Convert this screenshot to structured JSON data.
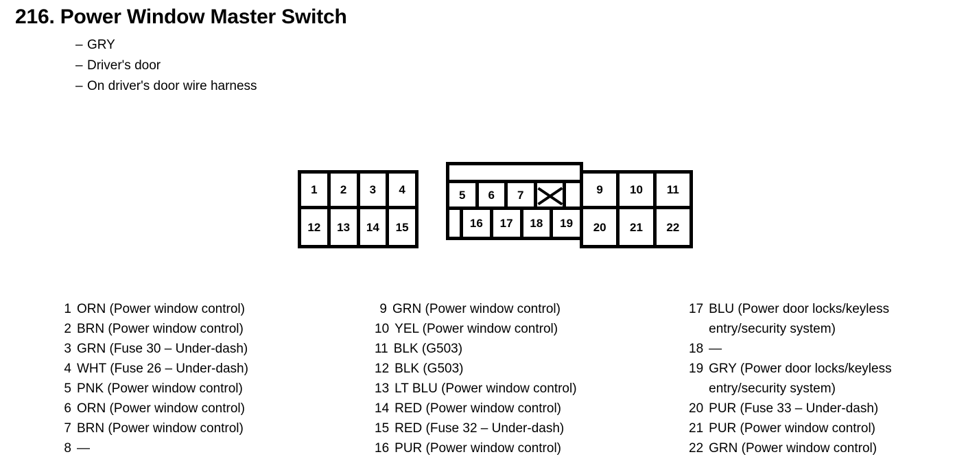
{
  "header": {
    "number": "216.",
    "title": "216.  Power Window Master Switch",
    "subtitle_items": [
      "GRY",
      "Driver's door",
      "On driver's door wire harness"
    ]
  },
  "connector": {
    "left_section": {
      "top_row": [
        "1",
        "2",
        "3",
        "4"
      ],
      "bottom_row": [
        "12",
        "13",
        "14",
        "15"
      ]
    },
    "center_section": {
      "top_row": [
        "5",
        "6",
        "7",
        "",
        ""
      ],
      "bottom_row": [
        "",
        "16",
        "17",
        "18",
        "19"
      ],
      "crossed_cell_index": 3,
      "crossed_cell_meaning": "unused-pin-8"
    },
    "right_section": {
      "top_row": [
        "9",
        "10",
        "11"
      ],
      "bottom_row": [
        "20",
        "21",
        "22"
      ]
    }
  },
  "pin_legend": {
    "column_1": [
      {
        "num": "1",
        "desc": "ORN (Power window control)"
      },
      {
        "num": "2",
        "desc": "BRN (Power window control)"
      },
      {
        "num": "3",
        "desc": "GRN (Fuse 30 – Under-dash)"
      },
      {
        "num": "4",
        "desc": "WHT (Fuse 26 – Under-dash)"
      },
      {
        "num": "5",
        "desc": "PNK (Power window control)"
      },
      {
        "num": "6",
        "desc": "ORN (Power window control)"
      },
      {
        "num": "7",
        "desc": "BRN (Power window control)"
      },
      {
        "num": "8",
        "desc": "—"
      }
    ],
    "column_2": [
      {
        "num": "9",
        "desc": "GRN (Power window control)"
      },
      {
        "num": "10",
        "desc": "YEL (Power window control)"
      },
      {
        "num": "11",
        "desc": "BLK (G503)"
      },
      {
        "num": "12",
        "desc": "BLK (G503)"
      },
      {
        "num": "13",
        "desc": "LT BLU (Power window control)"
      },
      {
        "num": "14",
        "desc": "RED (Power window control)"
      },
      {
        "num": "15",
        "desc": "RED (Fuse 32 – Under-dash)"
      },
      {
        "num": "16",
        "desc": "PUR (Power window control)"
      }
    ],
    "column_3": [
      {
        "num": "17",
        "desc": "BLU (Power door locks/keyless entry/security system)"
      },
      {
        "num": "18",
        "desc": "—"
      },
      {
        "num": "19",
        "desc": "GRY (Power door locks/keyless entry/security system)"
      },
      {
        "num": "20",
        "desc": "PUR (Fuse 33 – Under-dash)"
      },
      {
        "num": "21",
        "desc": "PUR (Power window control)"
      },
      {
        "num": "22",
        "desc": "GRN (Power window control)"
      }
    ]
  },
  "colors": {
    "ink": "#000000",
    "page": "#ffffff"
  }
}
